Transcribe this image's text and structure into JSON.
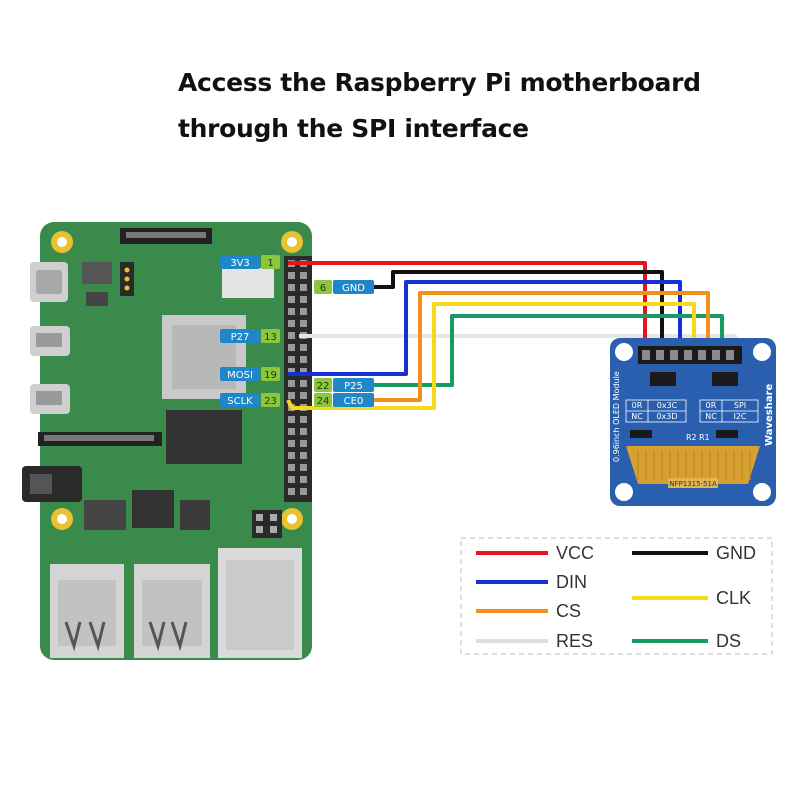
{
  "title": {
    "line1": "Access the Raspberry Pi motherboard",
    "line2": "through the SPI interface"
  },
  "pi_labels": {
    "p3v3": "3V3",
    "pin1": "1",
    "gnd": "GND",
    "pin6": "6",
    "p27": "P27",
    "pin13": "13",
    "mosi": "MOSI",
    "pin19": "19",
    "p25": "P25",
    "pin22": "22",
    "sclk": "SCLK",
    "pin23": "23",
    "ce0": "CE0",
    "pin24": "24"
  },
  "oled": {
    "cell_0r_a": "0R",
    "cell_0x3c": "0x3C",
    "cell_nc_a": "NC",
    "cell_0x3d": "0x3D",
    "cell_0r_b": "0R",
    "cell_spi": "SPI",
    "cell_nc_b": "NC",
    "cell_i2c": "I2C",
    "r2": "R2",
    "r1": "R1",
    "module_name": "0.96inch OLED Module",
    "brand": "Waveshare",
    "part": "NFP1315-51A"
  },
  "legend": [
    {
      "label": "VCC",
      "color": "#e8141c"
    },
    {
      "label": "DIN",
      "color": "#1530d6"
    },
    {
      "label": "CS",
      "color": "#f2901c"
    },
    {
      "label": "RES",
      "color": "#dddddd"
    },
    {
      "label": "GND",
      "color": "#111111"
    },
    {
      "label": "CLK",
      "color": "#f8d81a"
    },
    {
      "label": "DS",
      "color": "#169c62"
    }
  ],
  "colors": {
    "pi_board": "#3a8a4c",
    "oled_board": "#2a5fb0",
    "label_blue": "#1f86c8",
    "label_green": "#8cc63e"
  }
}
